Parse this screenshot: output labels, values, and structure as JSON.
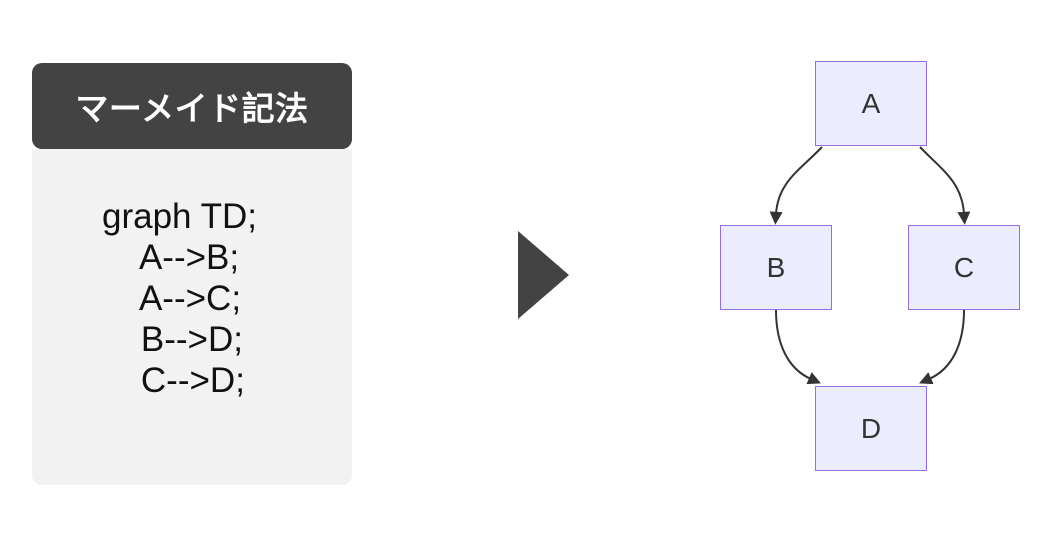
{
  "card": {
    "header": {
      "label": "マーメイド記法"
    },
    "code": {
      "lines": [
        "graph TD;",
        "    A-->B;",
        "    A-->C;",
        "    B-->D;",
        "    C-->D;"
      ]
    }
  },
  "transform_arrow": {
    "icon": "right-triangle",
    "color": "#434343"
  },
  "diagram": {
    "type": "flowchart",
    "direction": "TD",
    "nodes": [
      {
        "id": "A",
        "label": "A"
      },
      {
        "id": "B",
        "label": "B"
      },
      {
        "id": "C",
        "label": "C"
      },
      {
        "id": "D",
        "label": "D"
      }
    ],
    "edges": [
      {
        "from": "A",
        "to": "B"
      },
      {
        "from": "A",
        "to": "C"
      },
      {
        "from": "B",
        "to": "D"
      },
      {
        "from": "C",
        "to": "D"
      }
    ]
  },
  "colors": {
    "header_bg": "#434343",
    "header_text": "#FFFFFF",
    "code_bg": "#F2F2F2",
    "code_text": "#111111",
    "node_fill": "#ECECFF",
    "node_border": "#9370DB",
    "edge": "#333333",
    "node_label": "#333333"
  }
}
